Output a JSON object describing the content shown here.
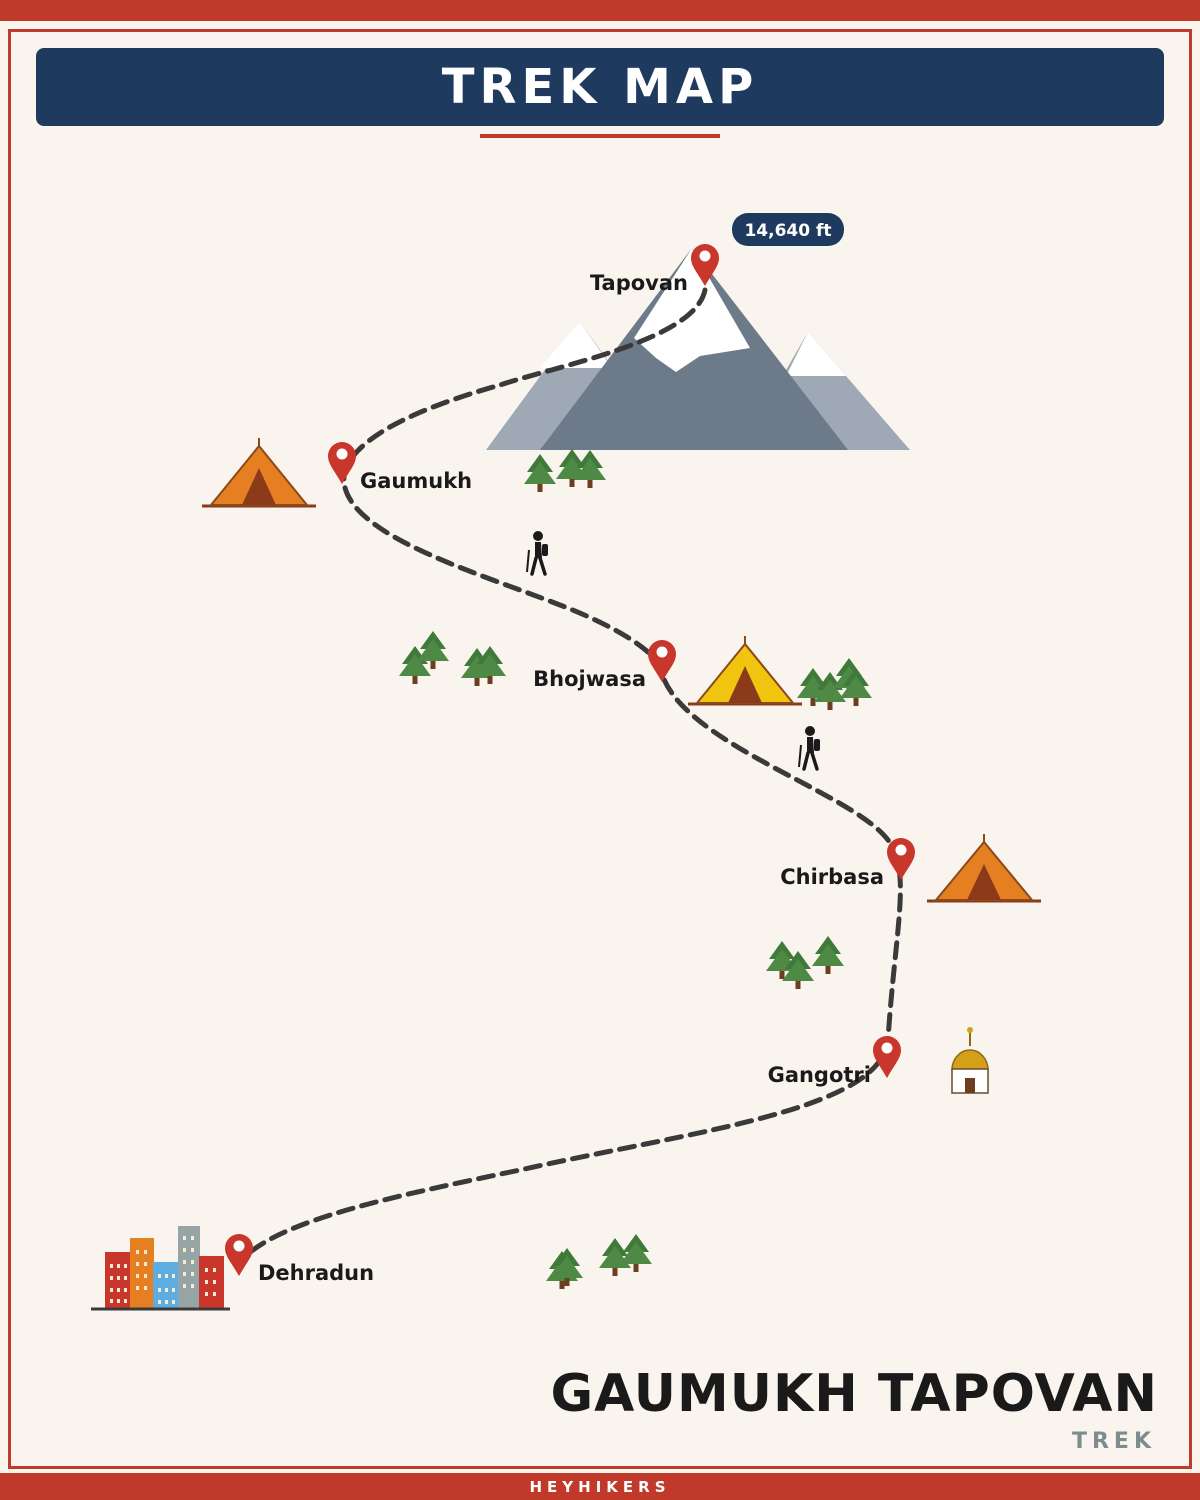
{
  "header": {
    "title": "TREK MAP"
  },
  "map": {
    "stops": [
      {
        "name": "Tapovan",
        "altitude": "14,640 ft",
        "camp_icon": "mountain-icon"
      },
      {
        "name": "Gaumukh",
        "camp_icon": "tent-icon"
      },
      {
        "name": "Bhojwasa",
        "camp_icon": "tent-icon"
      },
      {
        "name": "Chirbasa",
        "camp_icon": "tent-icon"
      },
      {
        "name": "Gangotri",
        "camp_icon": "temple-icon"
      },
      {
        "name": "Dehradun",
        "camp_icon": "city-icon"
      }
    ],
    "colors": {
      "pin": "#c9362b",
      "path": "#3a3a3a",
      "tent_orange": "#e67e22",
      "tent_yellow": "#f1c40f",
      "tree": "#3f7a3a",
      "mountain": "#6c7a89",
      "navy": "#1f3a5f"
    }
  },
  "trek": {
    "name": "GAUMUKH TAPOVAN",
    "subtitle": "TREK"
  },
  "footer": {
    "brand": "HEYHIKERS"
  }
}
